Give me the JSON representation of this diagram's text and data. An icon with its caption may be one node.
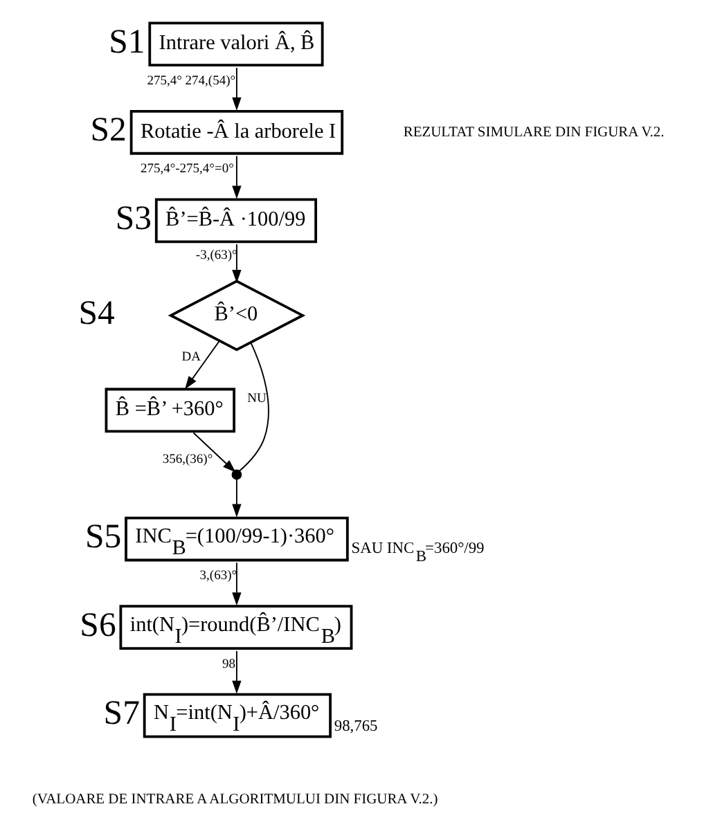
{
  "diagram": {
    "nodes": [
      {
        "text": [
          "Intrare valori Â, B̂"
        ],
        "beside": [
          "S1"
        ]
      },
      {
        "text": [
          "Rotatie -Â la arborele I"
        ],
        "beside": [
          "S2"
        ]
      },
      {
        "text": [
          "B̂’=B̂-Â ·100/99"
        ],
        "beside": [
          "S3"
        ]
      },
      {
        "text": [
          "B̂’<0"
        ],
        "beside": [
          "S4"
        ]
      },
      {
        "text": [
          "B̂ =B̂’ +360°"
        ]
      },
      {
        "text": [],
        "shape": "circle"
      },
      {
        "text": [
          "INC$_{B}$=(100/99-1)·360°"
        ],
        "beside": [
          "S5",
          "SAU INC$_{B}$=360°/99"
        ]
      },
      {
        "text": [
          "int(N$_{I}$)=round(B̂’/INC$_{B}$)"
        ],
        "beside": [
          "S6"
        ]
      },
      {
        "text": [
          "N$_{I}$=int(N$_{I}$)+Â/360°"
        ],
        "beside": [
          "S7",
          "98,765"
        ]
      }
    ],
    "edges": [
      {
        "from": 0,
        "to": 1,
        "arrow": "to",
        "label": "275,4° 274,(54)°"
      },
      {
        "from": 1,
        "to": 2,
        "arrow": "to",
        "label": "275,4°-275,4°=0°"
      },
      {
        "from": 2,
        "to": 3,
        "arrow": "to",
        "label": "-3,(63)°"
      },
      {
        "from": 3,
        "to": 4,
        "arrow": "to",
        "label": "DA"
      },
      {
        "from": 3,
        "to": 5,
        "arrow": "none",
        "label": "NU"
      },
      {
        "from": 4,
        "to": 5,
        "arrow": "to",
        "label": "356,(36)°"
      },
      {
        "from": 5,
        "to": 6,
        "arrow": "to"
      },
      {
        "from": 6,
        "to": 7,
        "arrow": "to",
        "label": "3,(63)°"
      },
      {
        "from": 7,
        "to": 8,
        "arrow": "to",
        "label": "98"
      }
    ],
    "labels": [
      "REZULTAT SIMULARE DIN FIGURA V.2.",
      "(VALOARE DE INTRARE A ALGORITMULUI DIN FIGURA V.2.)"
    ]
  }
}
